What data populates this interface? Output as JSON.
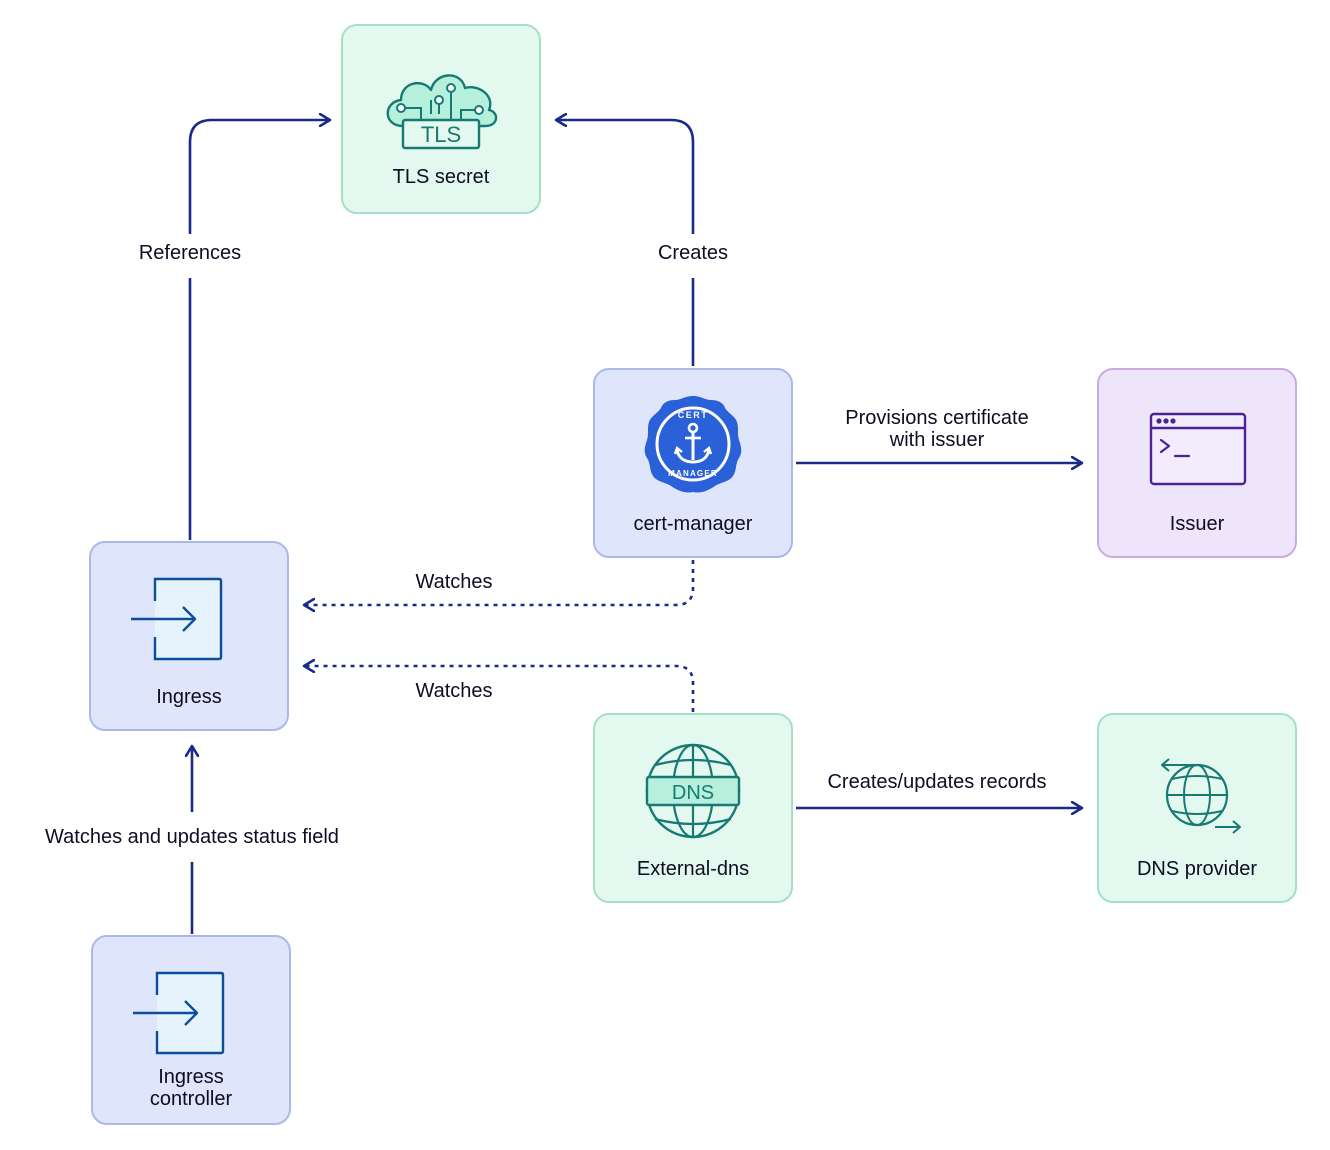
{
  "nodes": {
    "tls_secret": {
      "label": "TLS secret",
      "icon_text": "TLS"
    },
    "cert_manager": {
      "label": "cert-manager",
      "badge_top": "CERT",
      "badge_bottom": "MANAGER"
    },
    "issuer": {
      "label": "Issuer"
    },
    "ingress": {
      "label": "Ingress"
    },
    "external_dns": {
      "label": "External-dns",
      "icon_text": "DNS"
    },
    "dns_provider": {
      "label": "DNS provider"
    },
    "ingress_controller": {
      "label_line1": "Ingress",
      "label_line2": "controller"
    }
  },
  "edges": {
    "references": "References",
    "creates": "Creates",
    "provisions_line1": "Provisions certificate",
    "provisions_line2": "with issuer",
    "watches_cert": "Watches",
    "watches_dns": "Watches",
    "creates_updates_records": "Creates/updates records",
    "watches_and_updates": "Watches and updates status field"
  },
  "colors": {
    "arrow": "#1a2a8a",
    "blue_fill": "#dfe5fb",
    "green_fill": "#e3f8ef",
    "purple_fill": "#efe5fb",
    "teal_icon": "#177a72",
    "purple_icon": "#4b2394",
    "cert_badge": "#2a61d8"
  }
}
